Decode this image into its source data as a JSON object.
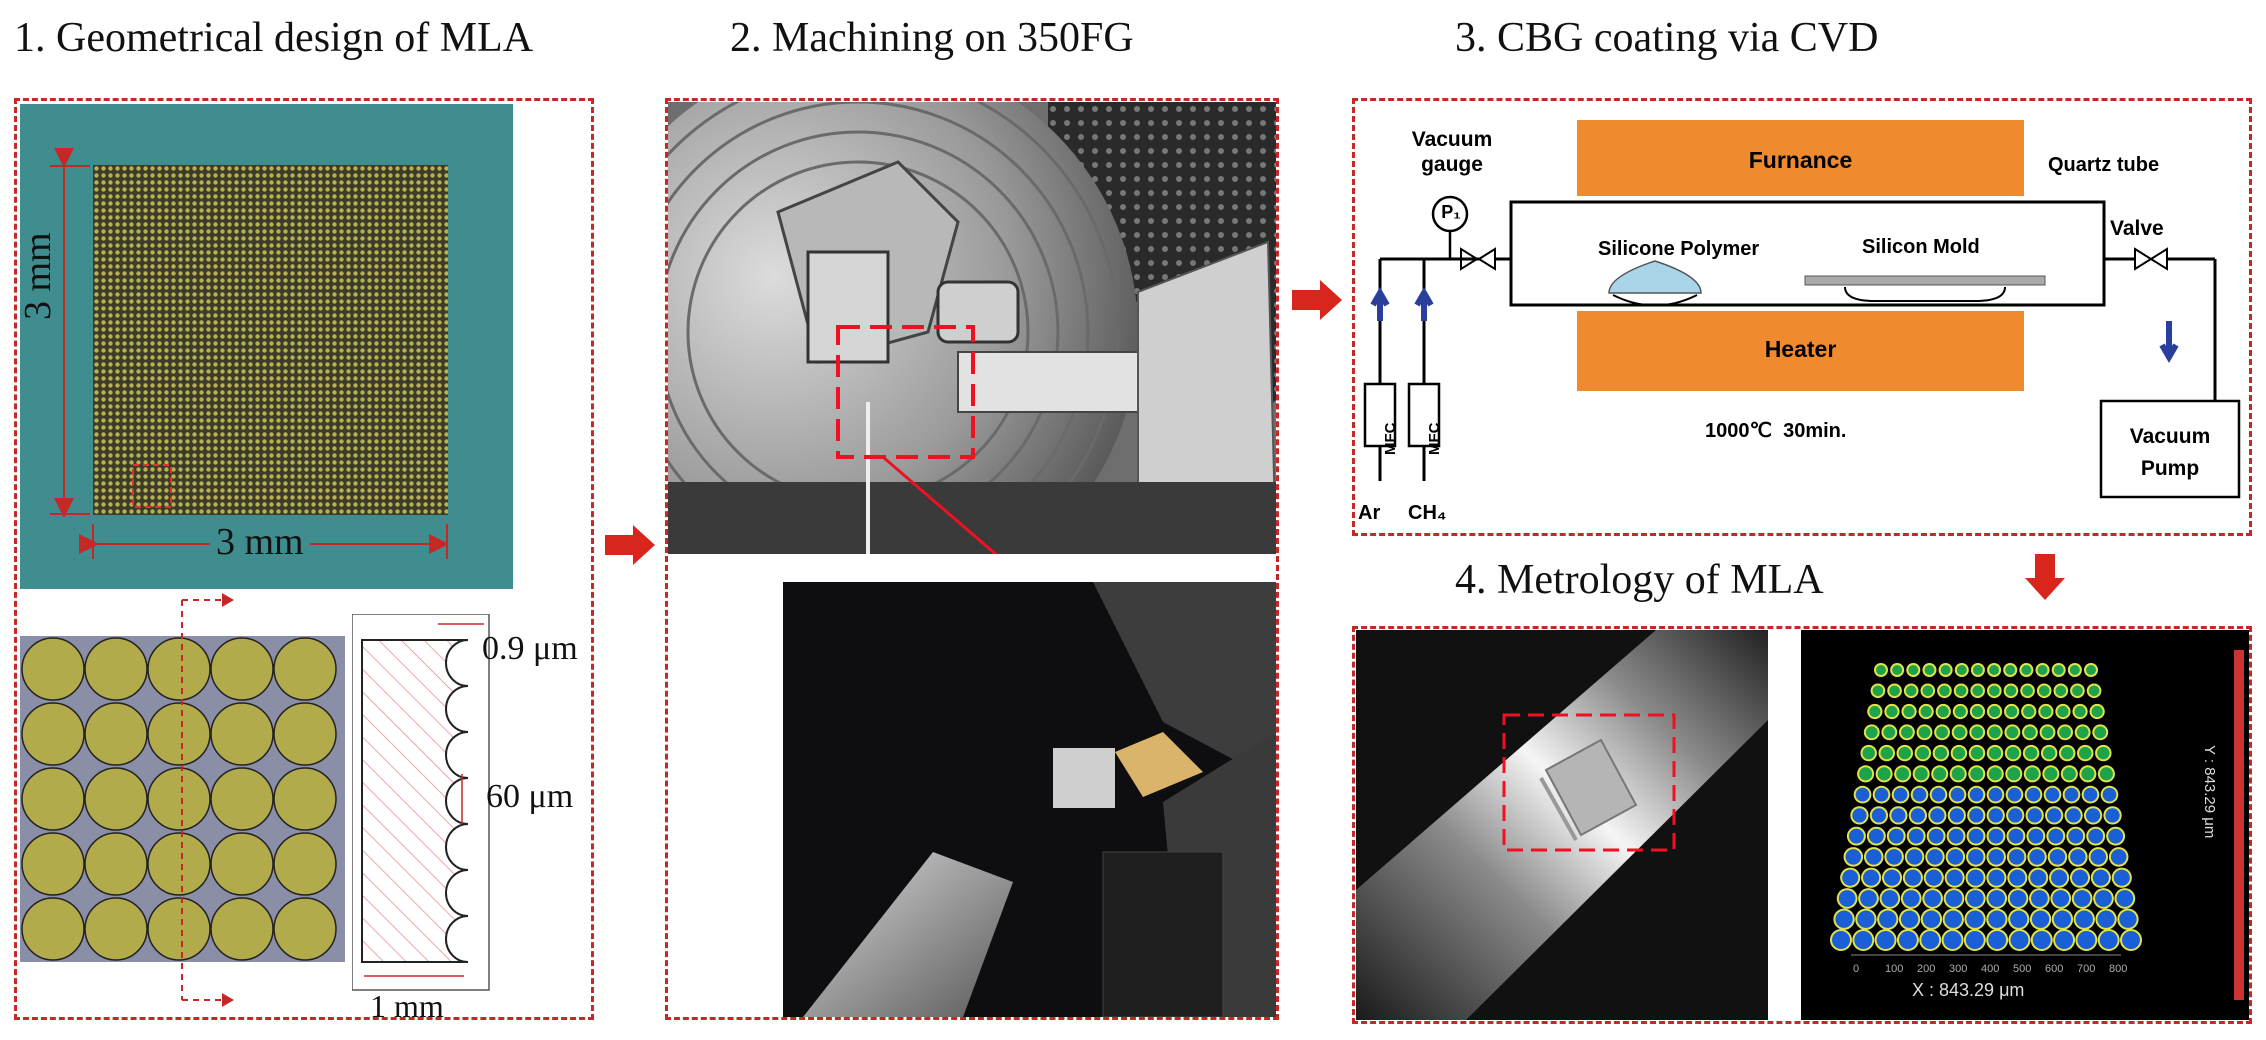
{
  "panels": {
    "p1_title": "1. Geometrical design of MLA",
    "p2_title": "2. Machining on 350FG",
    "p3_title": "3. CBG coating via CVD",
    "p4_title": "4. Metrology of MLA"
  },
  "panel1": {
    "dim_height": "3 mm",
    "dim_width": "3 mm",
    "dim_sag": "0.9 μm",
    "dim_pitch": "60 μm",
    "dim_depth": "1 mm"
  },
  "panel3": {
    "vacuum_gauge": "Vacuum gauge",
    "gauge_symbol": "P₁",
    "furnace": "Furnance",
    "heater": "Heater",
    "quartz_tube": "Quartz tube",
    "silicone_polymer": "Silicone Polymer",
    "silicon_mold": "Silicon Mold",
    "valve": "Valve",
    "mfc1": "MFC",
    "mfc2": "MFC",
    "temp_time": "1000℃  30min.",
    "vacuum_pump": "Vacuum Pump",
    "gas1": "Ar",
    "gas2": "CH₄"
  },
  "panel4": {
    "x_axis_label": "X : 843.29 μm",
    "y_axis_label": "Y : 843.29 μm",
    "x_ticks": [
      "0",
      "100",
      "200",
      "300",
      "400",
      "500",
      "600",
      "700",
      "800"
    ]
  },
  "colors": {
    "teal_background": "#3f8d8f",
    "lens_olive": "#a8a44a",
    "dashed_red": "#c62828",
    "furnace_orange": "#f08a2e",
    "flow_arrow_blue": "#2a3f9c",
    "polymer_blue": "#a8d6e8"
  },
  "icons": [
    "right-arrow-icon",
    "down-arrow-icon"
  ]
}
